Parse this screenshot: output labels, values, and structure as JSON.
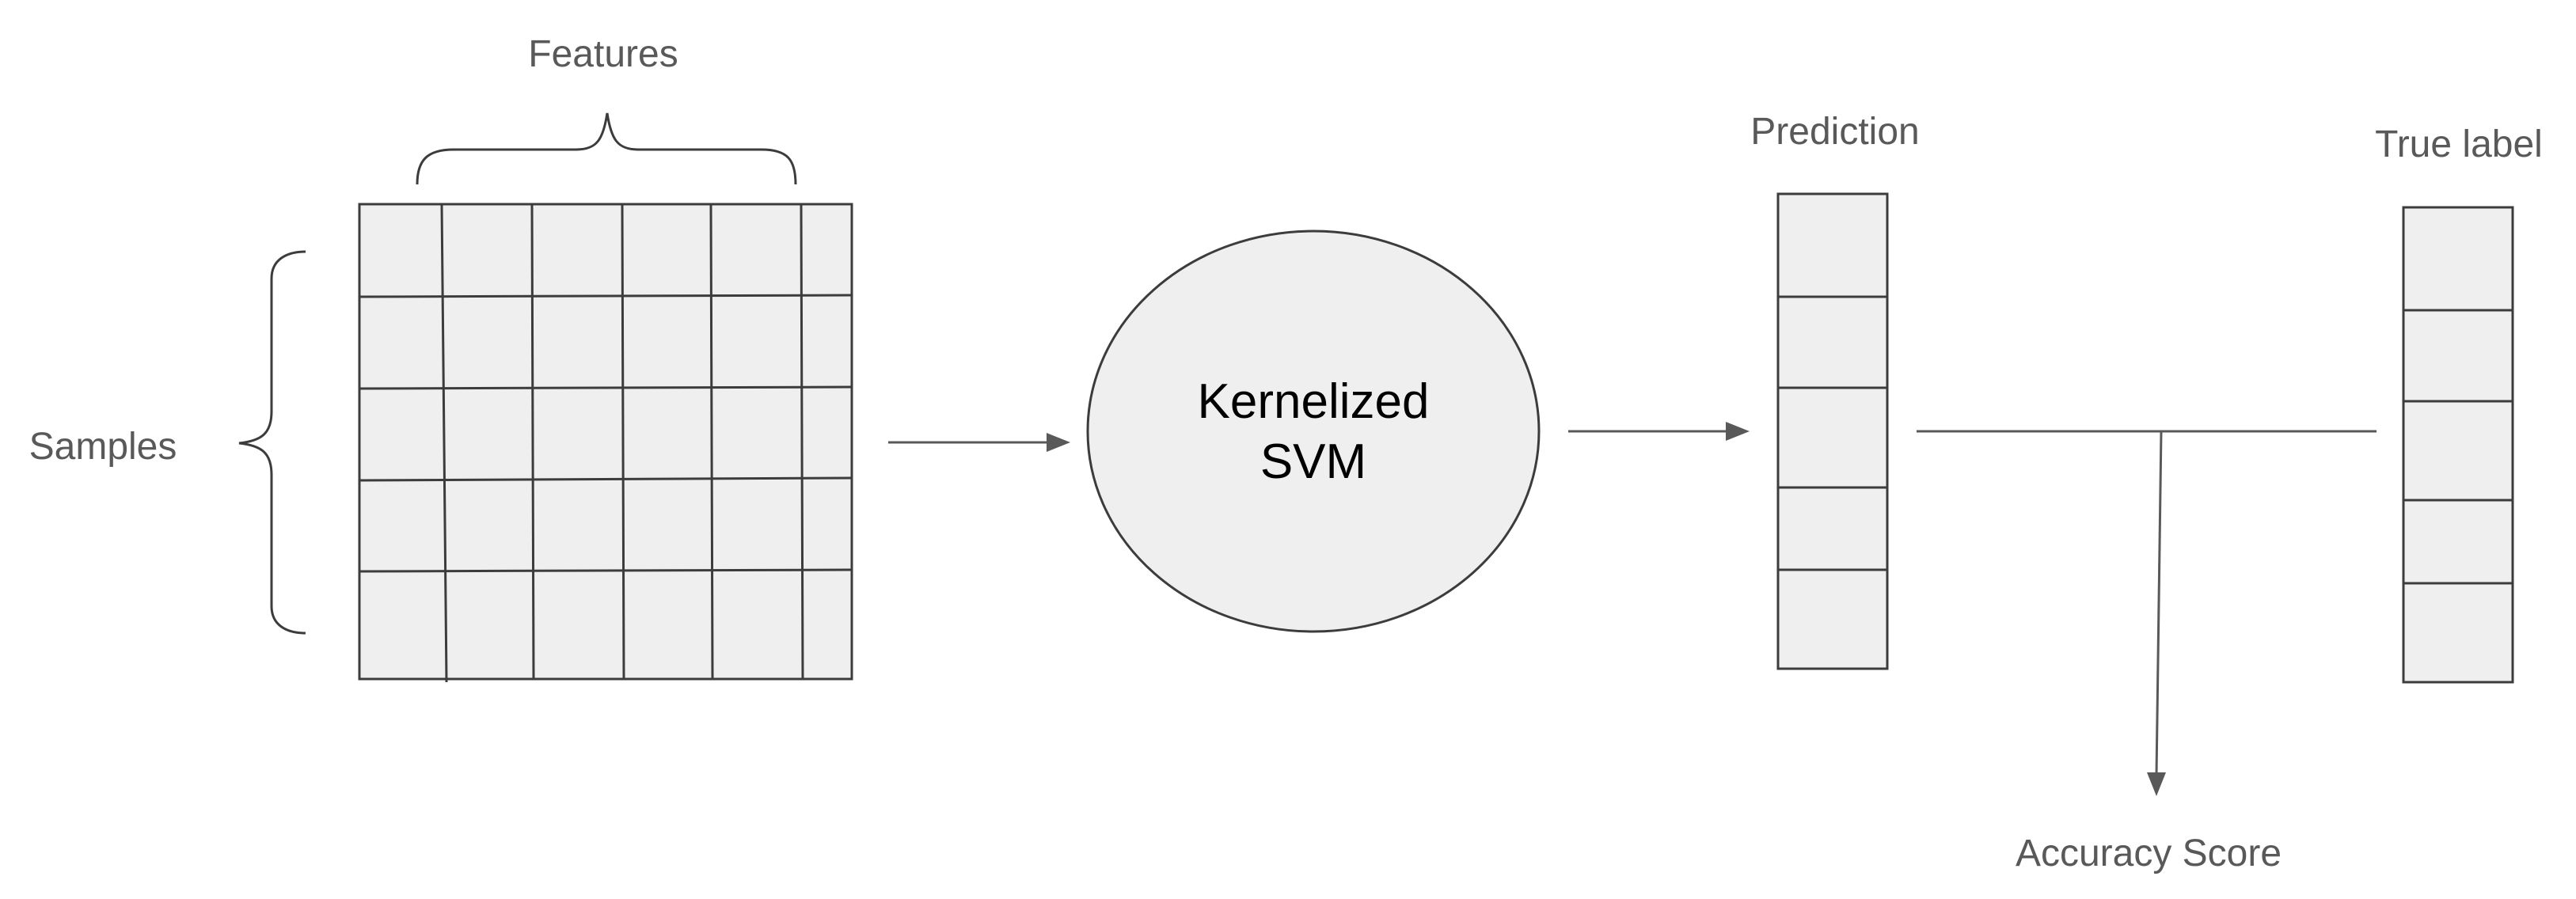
{
  "labels": {
    "features": "Features",
    "samples": "Samples",
    "model_line1": "Kernelized",
    "model_line2": "SVM",
    "prediction": "Prediction",
    "true_label": "True label",
    "accuracy": "Accuracy Score"
  },
  "colors": {
    "fill": "#efefef",
    "stroke": "#3c3c3c",
    "text_gray": "#595959",
    "text_dark": "#000000"
  }
}
